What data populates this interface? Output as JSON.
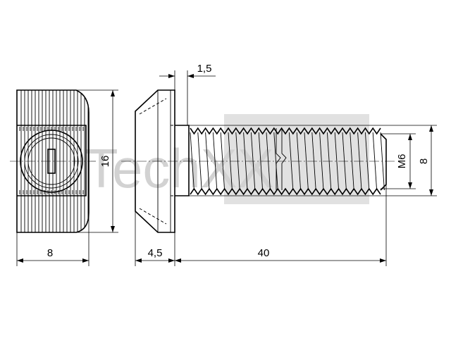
{
  "watermark": {
    "text": "TechXX",
    "color": "#d2d2d2"
  },
  "dimensions": {
    "nut_width": "8",
    "nut_height": "16",
    "head_thickness": "4,5",
    "head_step": "1,5",
    "shank_length": "40",
    "thread_size": "M6",
    "thread_diameter": "8"
  }
}
